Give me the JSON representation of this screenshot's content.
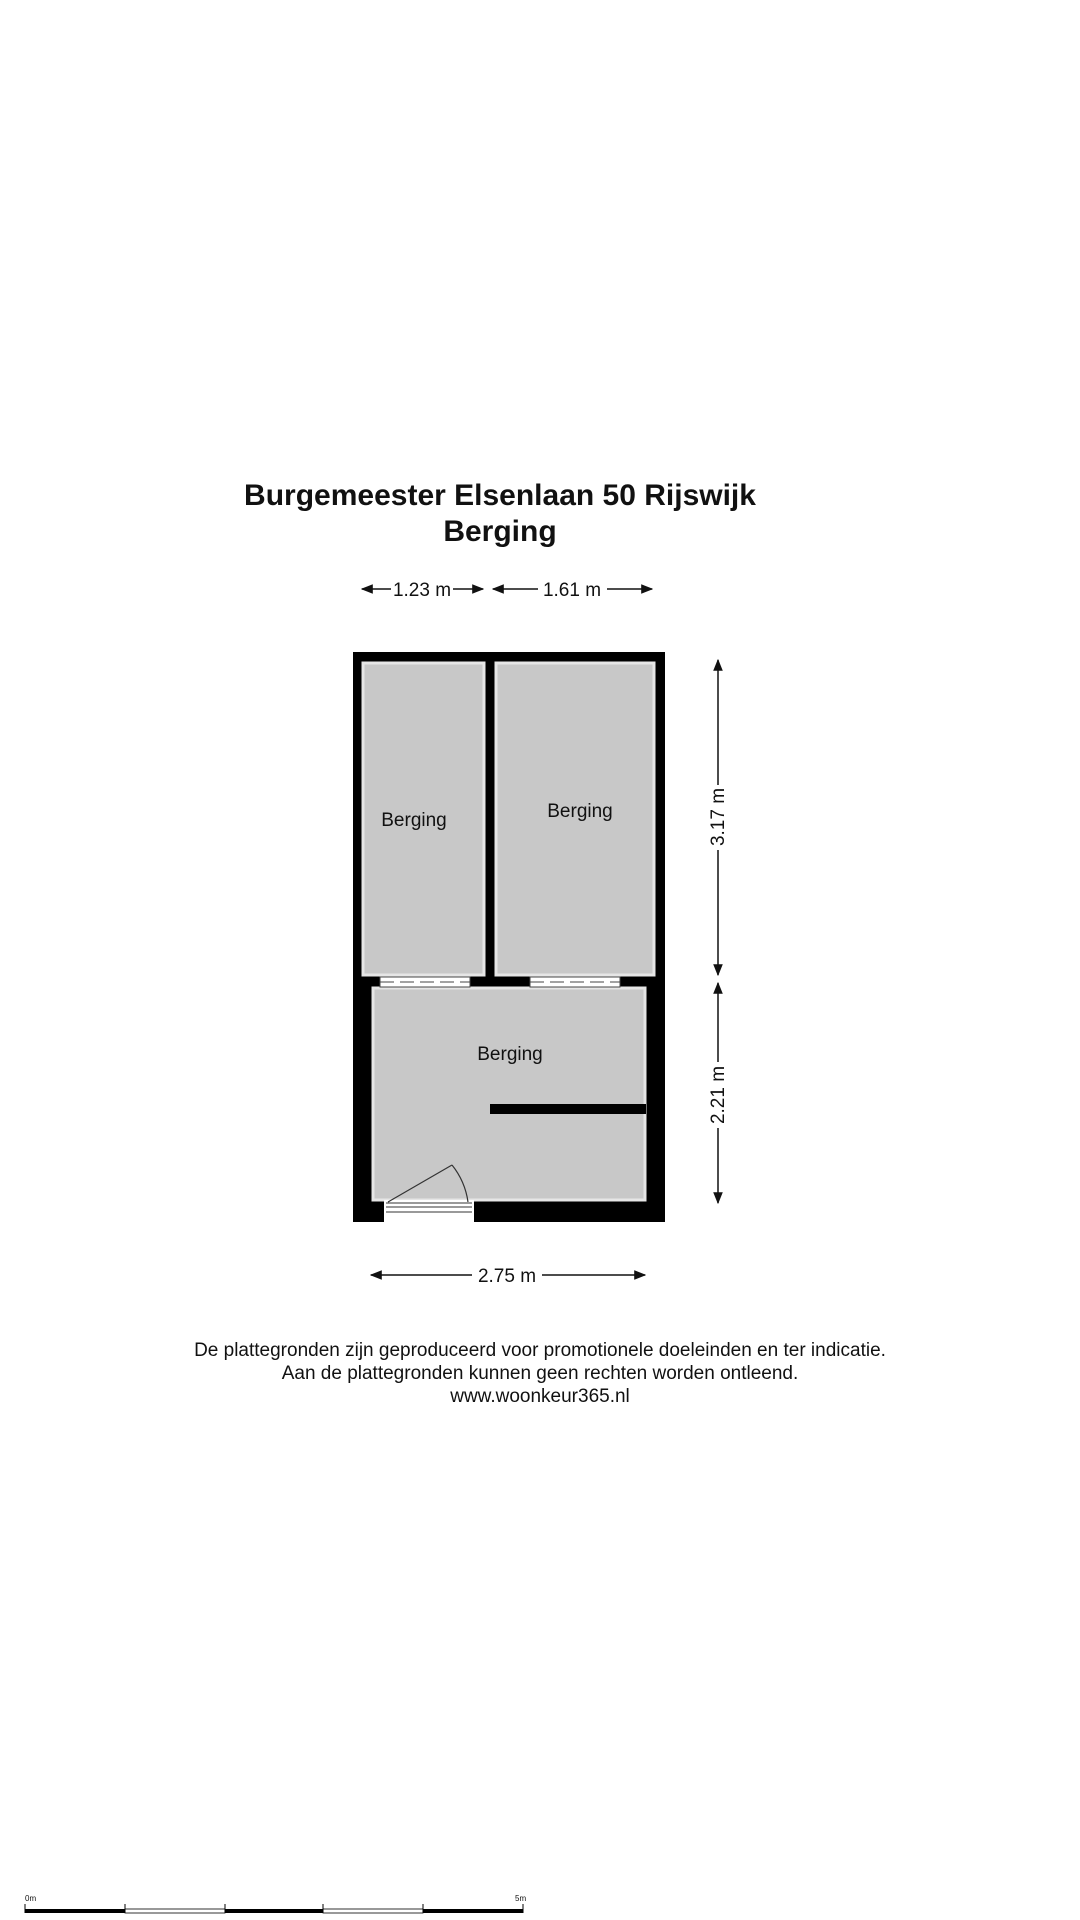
{
  "title": {
    "address": "Burgemeester Elsenlaan 50  Rijswijk",
    "floor": "Berging"
  },
  "rooms": {
    "top_left": "Berging",
    "top_right": "Berging",
    "bottom": "Berging"
  },
  "dimensions": {
    "top_left_width": "1.23 m",
    "top_right_width": "1.61 m",
    "upper_height": "3.17 m",
    "lower_height": "2.21 m",
    "total_width": "2.75 m"
  },
  "disclaimer": {
    "line1": "De plattegronden zijn geproduceerd voor promotionele doeleinden en ter indicatie.",
    "line2": "Aan de plattegronden kunnen geen rechten worden ontleend.",
    "line3": "www.woonkeur365.nl"
  },
  "scale_bar": {
    "start_label": "0m",
    "end_label": "5m"
  },
  "colors": {
    "wall": "#000000",
    "floor": "#c8c8c8",
    "text": "#111111"
  }
}
